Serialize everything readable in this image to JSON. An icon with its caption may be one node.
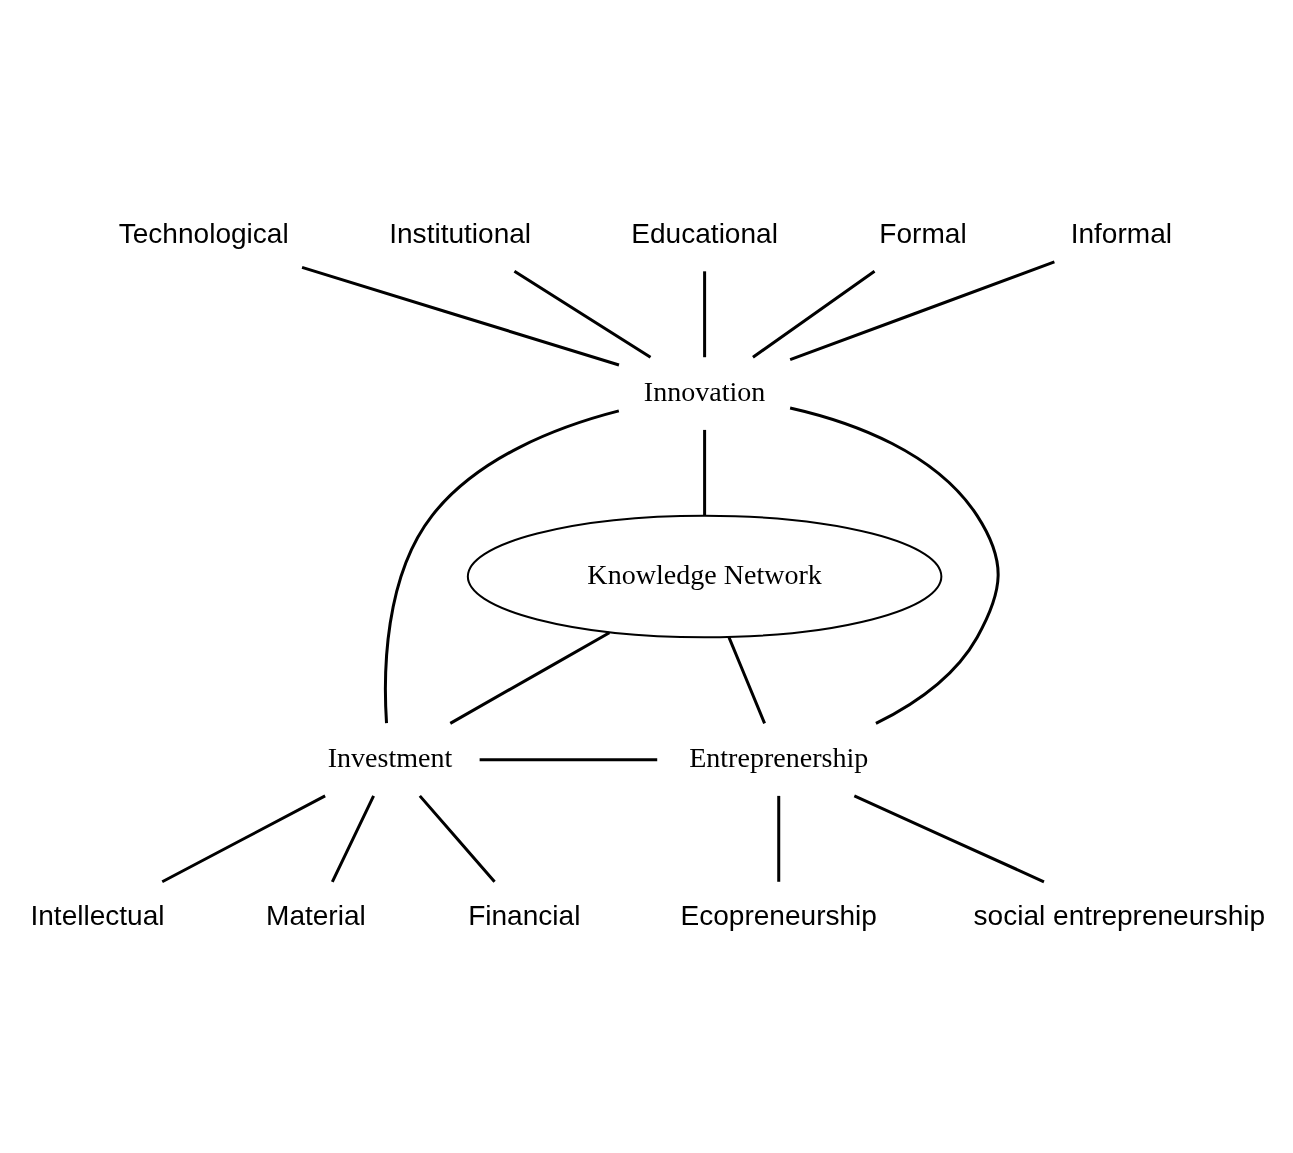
{
  "diagram": {
    "nodes": [
      {
        "text": [
          "Technological"
        ]
      },
      {
        "text": [
          "Institutional"
        ]
      },
      {
        "text": [
          "Educational"
        ]
      },
      {
        "text": [
          "Formal"
        ]
      },
      {
        "text": [
          "Informal"
        ]
      },
      {
        "text": [
          "Innovation"
        ]
      },
      {
        "text": [
          "Knowledge Network"
        ]
      },
      {
        "text": [
          "Investment"
        ]
      },
      {
        "text": [
          "Entreprenership"
        ]
      },
      {
        "text": [
          "Intellectual"
        ]
      },
      {
        "text": [
          "Material"
        ]
      },
      {
        "text": [
          "Financial"
        ]
      },
      {
        "text": [
          "Ecopreneurship"
        ]
      },
      {
        "text": [
          "social entrepreneurship"
        ]
      }
    ],
    "edges": [
      {
        "from": 0,
        "to": 5,
        "arrow": "none"
      },
      {
        "from": 1,
        "to": 5,
        "arrow": "none"
      },
      {
        "from": 2,
        "to": 5,
        "arrow": "none"
      },
      {
        "from": 3,
        "to": 5,
        "arrow": "none"
      },
      {
        "from": 4,
        "to": 5,
        "arrow": "none"
      },
      {
        "from": 5,
        "to": 7,
        "arrow": "none"
      },
      {
        "from": 5,
        "to": 8,
        "arrow": "none"
      },
      {
        "from": 7,
        "to": 8,
        "arrow": "none"
      },
      {
        "from": 5,
        "to": 6,
        "arrow": "none"
      },
      {
        "from": 6,
        "to": 7,
        "arrow": "none"
      },
      {
        "from": 6,
        "to": 8,
        "arrow": "none"
      },
      {
        "from": 7,
        "to": 9,
        "arrow": "none"
      },
      {
        "from": 7,
        "to": 10,
        "arrow": "none"
      },
      {
        "from": 7,
        "to": 11,
        "arrow": "none"
      },
      {
        "from": 8,
        "to": 12,
        "arrow": "none"
      },
      {
        "from": 8,
        "to": 13,
        "arrow": "none"
      }
    ]
  }
}
